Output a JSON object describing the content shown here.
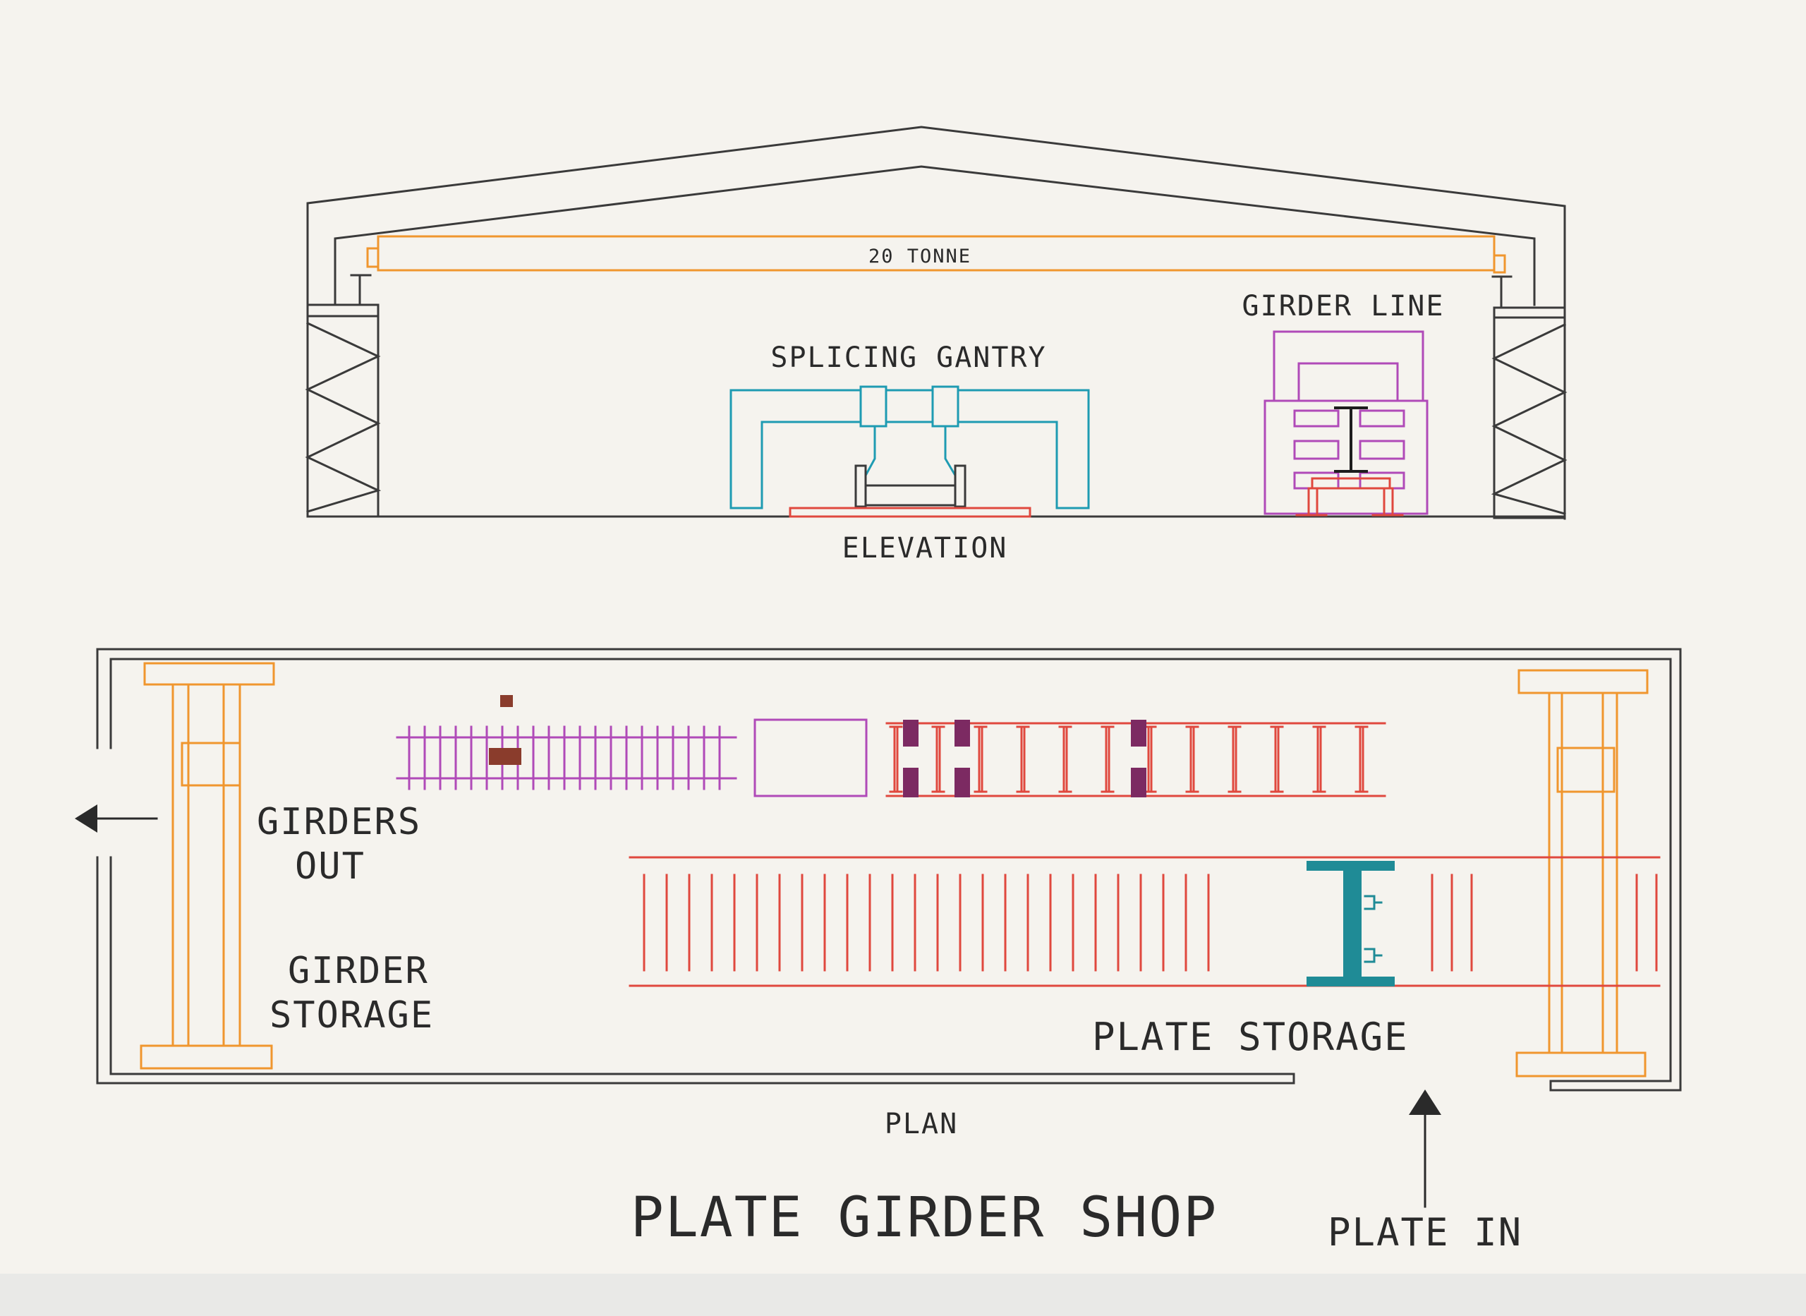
{
  "labels": {
    "crane": "20 TONNE",
    "girder_line": "GIRDER LINE",
    "splicing_gantry": "SPLICING GANTRY",
    "elevation": "ELEVATION",
    "girders_out_1": "GIRDERS",
    "girders_out_2": "OUT",
    "girder_storage_1": "GIRDER",
    "girder_storage_2": "STORAGE",
    "plate_storage": "PLATE STORAGE",
    "plan": "PLAN",
    "title": "PLATE GIRDER SHOP",
    "plate_in": "PLATE IN"
  },
  "colors": {
    "structure": "#3a3a3a",
    "crane": "#f0962e",
    "gantry": "#1e9bb2",
    "girder_line": "#b04ab8",
    "conveyor": "#e0483e",
    "girder_section": "#1f8b96",
    "block_brown": "#8a3c2c",
    "block_purple": "#7c2a62"
  }
}
